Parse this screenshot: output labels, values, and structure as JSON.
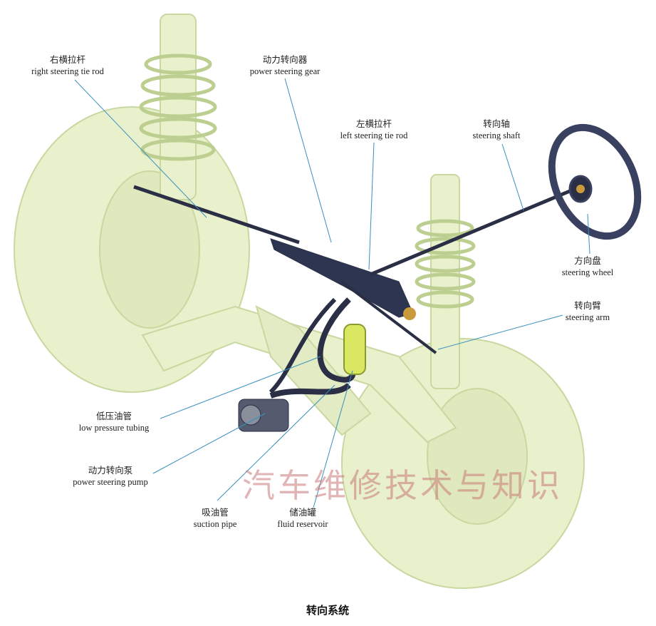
{
  "labels": {
    "right_tie_rod": {
      "zh": "右横拉杆",
      "en": "right steering tie rod"
    },
    "power_steering_gear": {
      "zh": "动力转向器",
      "en": "power steering gear"
    },
    "left_tie_rod": {
      "zh": "左横拉杆",
      "en": "left steering tie rod"
    },
    "steering_shaft": {
      "zh": "转向轴",
      "en": "steering shaft"
    },
    "steering_wheel": {
      "zh": "方向盘",
      "en": "steering wheel"
    },
    "steering_arm": {
      "zh": "转向臂",
      "en": "steering arm"
    },
    "low_pressure_tubing": {
      "zh": "低压油管",
      "en": "low pressure tubing"
    },
    "power_steering_pump": {
      "zh": "动力转向泵",
      "en": "power steering pump"
    },
    "suction_pipe": {
      "zh": "吸油管",
      "en": "suction pipe"
    },
    "fluid_reservoir": {
      "zh": "储油罐",
      "en": "fluid reservoir"
    }
  },
  "watermark": "汽车维修技术与知识",
  "caption": "转向系统",
  "colors": {
    "chassis": "#e6efc9",
    "chassis_edge": "#c9d9a0",
    "parts": "#2a2f45",
    "leader": "#3a8fc0",
    "reservoir": "#d9e860"
  }
}
